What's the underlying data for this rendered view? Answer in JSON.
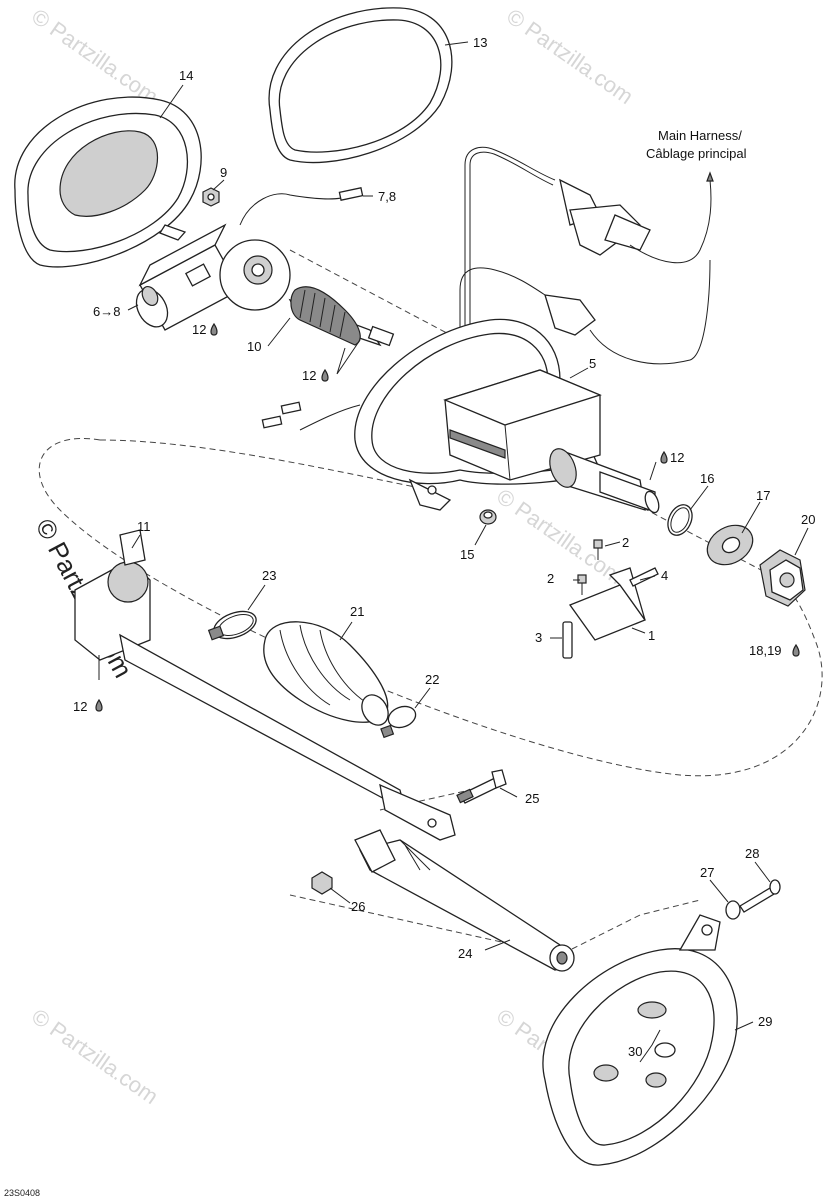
{
  "diagram": {
    "callouts": {
      "c1": "1",
      "c2a": "2",
      "c2b": "2",
      "c3": "3",
      "c4": "4",
      "c5": "5",
      "c6_8": "6→8",
      "c7_8": "7,8",
      "c9": "9",
      "c10": "10",
      "c11": "11",
      "c12a": "12",
      "c12b": "12",
      "c12c": "12",
      "c12d": "12",
      "c13": "13",
      "c14": "14",
      "c15": "15",
      "c16": "16",
      "c17": "17",
      "c18_19": "18,19",
      "c20": "20",
      "c21": "21",
      "c22": "22",
      "c23": "23",
      "c24": "24",
      "c25": "25",
      "c26": "26",
      "c27": "27",
      "c28": "28",
      "c29": "29",
      "c30": "30"
    },
    "harness_label": {
      "line1": "Main Harness/",
      "line2": "Câblage principal"
    },
    "reference_code": "23S0408",
    "watermark": "© Partzilla.com",
    "drop_icon": "oil-drop-icon"
  }
}
